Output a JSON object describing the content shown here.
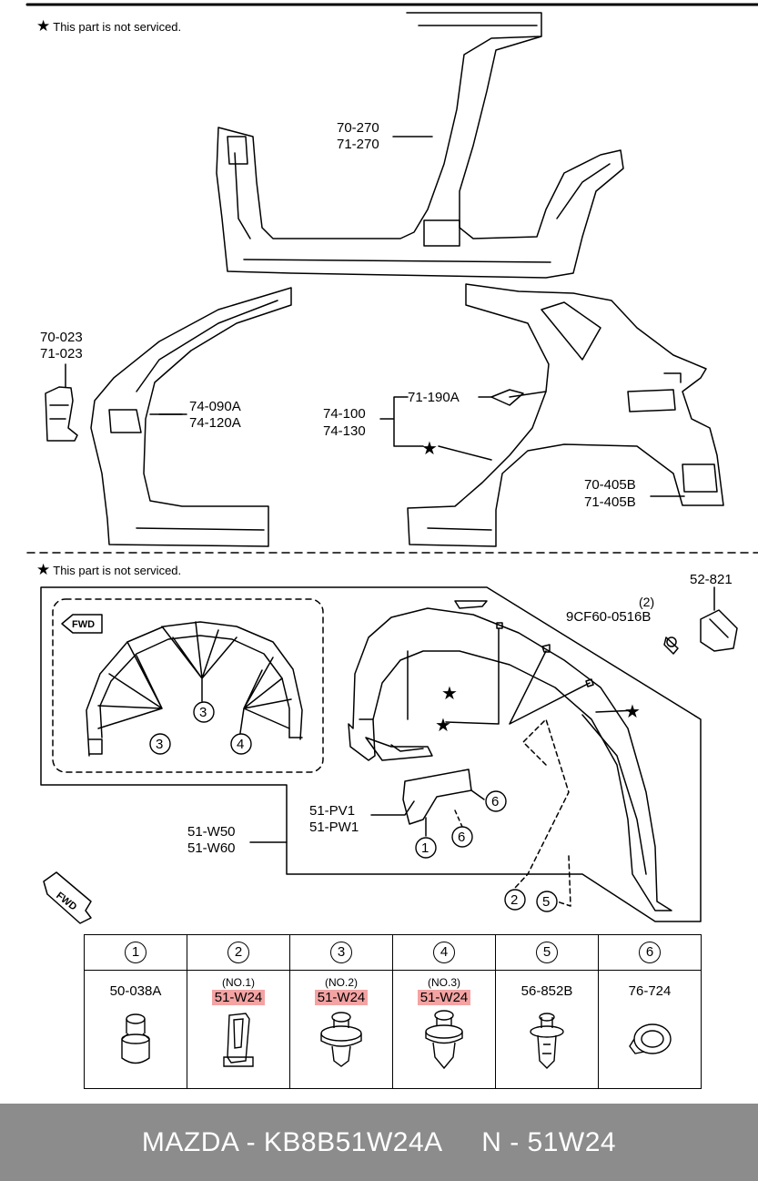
{
  "notes": {
    "top": "This part is not serviced.",
    "bottom": "This part is not serviced."
  },
  "labels": {
    "l70270": "70-270",
    "l71270": "71-270",
    "l70023": "70-023",
    "l71023": "71-023",
    "l74090a": "74-090A",
    "l74120a": "74-120A",
    "l71190a": "71-190A",
    "l74100": "74-100",
    "l74130": "74-130",
    "l70405b": "70-405B",
    "l71405b": "71-405B",
    "l52821": "52-821",
    "lqty2": "(2)",
    "l9cf60": "9CF60-0516B",
    "l51pv1": "51-PV1",
    "l51pw1": "51-PW1",
    "l51w50": "51-W50",
    "l51w60": "51-W60",
    "fwd1": "FWD",
    "fwd2": "FWD"
  },
  "callouts": {
    "c3a": "3",
    "c3b": "3",
    "c4": "4",
    "c6a": "6",
    "c1": "1",
    "c6b": "6",
    "c2": "2",
    "c5": "5"
  },
  "parts_table": {
    "columns": [
      {
        "ref": "1",
        "group": "",
        "part": "50-038A",
        "highlight": false
      },
      {
        "ref": "2",
        "group": "(NO.1)",
        "part": "51-W24",
        "highlight": true
      },
      {
        "ref": "3",
        "group": "(NO.2)",
        "part": "51-W24",
        "highlight": true
      },
      {
        "ref": "4",
        "group": "(NO.3)",
        "part": "51-W24",
        "highlight": true
      },
      {
        "ref": "5",
        "group": "",
        "part": "56-852B",
        "highlight": false
      },
      {
        "ref": "6",
        "group": "",
        "part": "76-724",
        "highlight": false
      }
    ]
  },
  "footer": {
    "text": "MAZDA - KB8B51W24A     N - 51W24"
  }
}
